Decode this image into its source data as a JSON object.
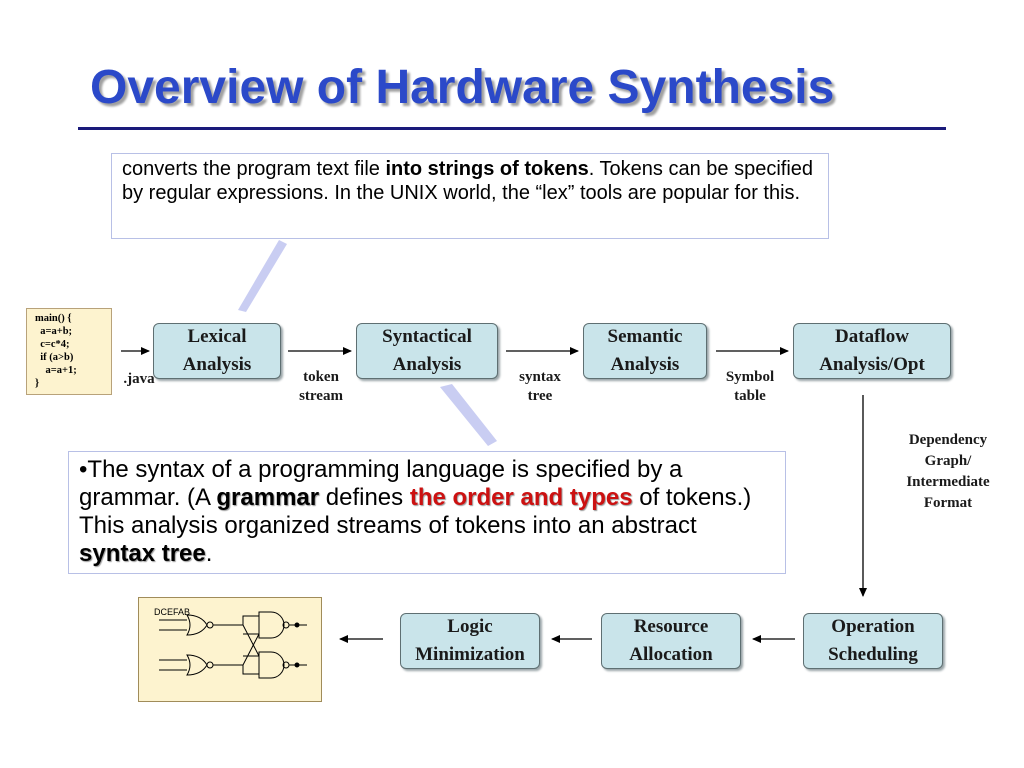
{
  "title": "Overview of Hardware Synthesis",
  "callout_top": {
    "part1": "converts the program text file ",
    "bold": "into strings of tokens",
    "part2": ". Tokens can be specified by regular expressions. In the UNIX world, the “lex” tools are popular for this."
  },
  "callout_mid": {
    "part1": "•The syntax of a programming language is specified by a grammar. (A ",
    "grammar": "grammar",
    "part2": " defines ",
    "order": "the order and types",
    "part3": " of tokens.) This analysis organized streams of tokens into an abstract ",
    "syntax_tree": "syntax tree",
    "part4": "."
  },
  "code_lines": [
    "main() {",
    "  a=a+b;",
    "  c=c*4;",
    "  if (a>b)",
    "    a=a+1;",
    "}"
  ],
  "stages": {
    "lexical": [
      "Lexical",
      "Analysis"
    ],
    "syntactical": [
      "Syntactical",
      "Analysis"
    ],
    "semantic": [
      "Semantic",
      "Analysis"
    ],
    "dataflow": [
      "Dataflow",
      "Analysis/Opt"
    ],
    "operation": [
      "Operation",
      "Scheduling"
    ],
    "resource": [
      "Resource",
      "Allocation"
    ],
    "logic": [
      "Logic",
      "Minimization"
    ]
  },
  "labels": {
    "java": ".java",
    "token_stream": [
      "token",
      "stream"
    ],
    "syntax_tree": [
      "syntax",
      "tree"
    ],
    "symbol_table": [
      "Symbol",
      "table"
    ],
    "dependency": [
      "Dependency",
      "Graph/",
      "Intermediate",
      "Format"
    ]
  },
  "logic_box_label": "DCEFAB"
}
